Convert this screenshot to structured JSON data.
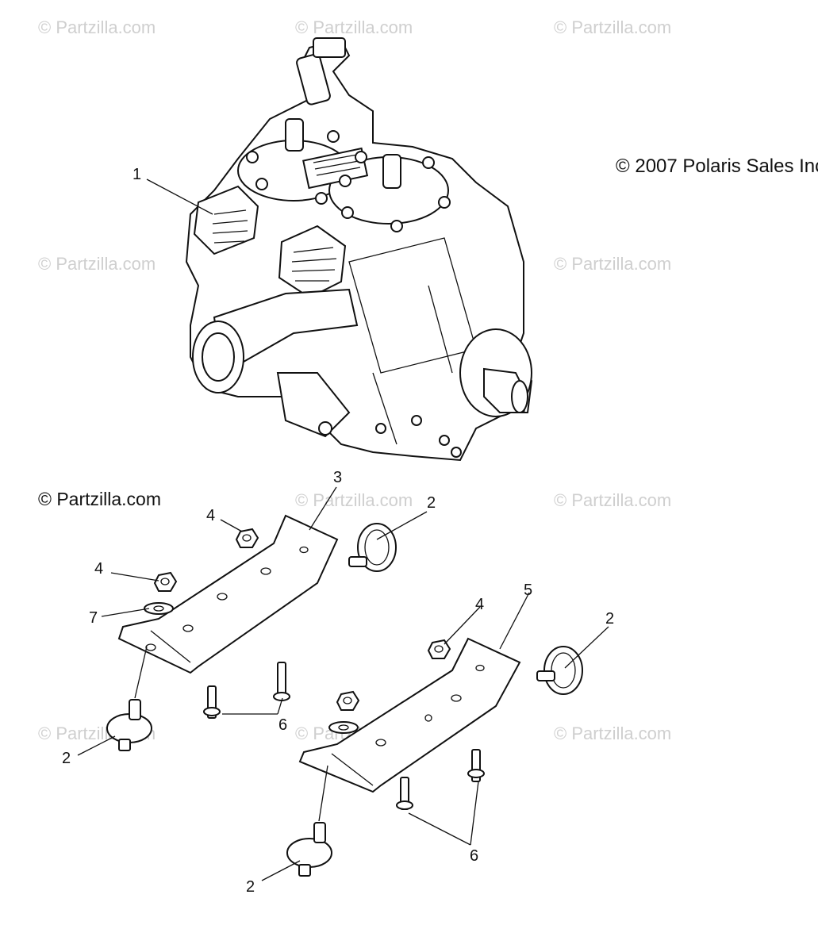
{
  "watermark_text": "© Partzilla.com",
  "watermark_primary": "© Partzilla.com",
  "copyright": "© 2007 Polaris Sales Inc.",
  "callouts": [
    "1",
    "2",
    "3",
    "4",
    "5",
    "6",
    "7"
  ],
  "colors": {
    "line": "#111111",
    "watermark": "#cfcfcf",
    "background": "#ffffff"
  }
}
